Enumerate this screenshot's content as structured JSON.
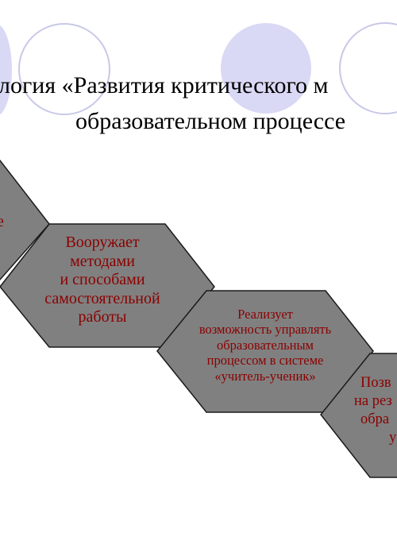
{
  "slide": {
    "title_lines": [
      "логия «Развития критического м",
      "образовательном процессе"
    ],
    "hexagons": [
      {
        "lines": [
          "е"
        ]
      },
      {
        "lines": [
          "Вооружает",
          "методами",
          "и способами",
          "самостоятельной",
          "работы"
        ]
      },
      {
        "lines": [
          "Реализует",
          "возможность управлять",
          "образовательным",
          "процессом в системе",
          "«учитель-ученик»"
        ]
      },
      {
        "lines": [
          "Позв",
          "на рез",
          "обра",
          "у"
        ]
      }
    ]
  },
  "colors": {
    "hex_fill": "#808080",
    "hex_stroke": "#1a1a1a",
    "hex_text": "#8b0000",
    "circle_fill": "#d9d9f5",
    "circle_stroke": "#c8c8e8"
  }
}
